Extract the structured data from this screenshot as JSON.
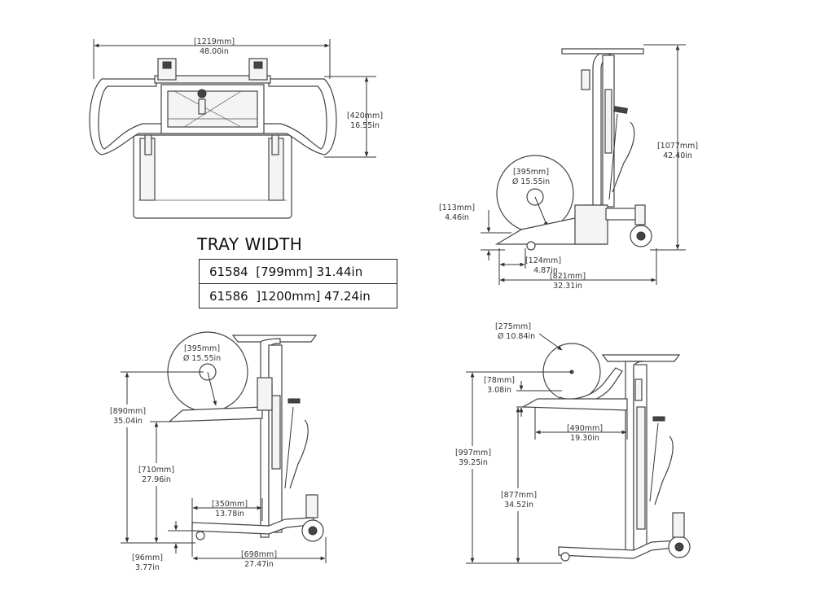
{
  "tray": {
    "title": "TRAY WIDTH",
    "rows": [
      "61584  [799mm] 31.44in",
      "61586  ]1200mm] 47.24in"
    ]
  },
  "views": {
    "top": {
      "width": {
        "mm": "[1219mm]",
        "in": "48.00in"
      },
      "depth": {
        "mm": "[420mm]",
        "in": "16.55in"
      }
    },
    "side_upper": {
      "roll": {
        "mm": "[395mm]",
        "in": "Ø 15.55in"
      },
      "height": {
        "mm": "[1077mm]",
        "in": "42.40in"
      },
      "tray_height": {
        "mm": "[113mm]",
        "in": "4.46in"
      },
      "offset": {
        "mm": "[124mm]",
        "in": "4.87in"
      },
      "length": {
        "mm": "[821mm]",
        "in": "32.31in"
      }
    },
    "side_lower_left": {
      "roll": {
        "mm": "[395mm]",
        "in": "Ø 15.55in"
      },
      "max_height": {
        "mm": "[890mm]",
        "in": "35.04in"
      },
      "lift": {
        "mm": "[710mm]",
        "in": "27.96in"
      },
      "reach": {
        "mm": "[350mm]",
        "in": "13.78in"
      },
      "min": {
        "mm": "[96mm]",
        "in": "3.77in"
      },
      "base": {
        "mm": "[698mm]",
        "in": "27.47in"
      }
    },
    "side_lower_right": {
      "roll": {
        "mm": "[275mm]",
        "in": "Ø 10.84in"
      },
      "cradle": {
        "mm": "[78mm]",
        "in": "3.08in"
      },
      "reach": {
        "mm": "[490mm]",
        "in": "19.30in"
      },
      "overall": {
        "mm": "[997mm]",
        "in": "39.25in"
      },
      "cradle_height": {
        "mm": "[877mm]",
        "in": "34.52in"
      }
    }
  }
}
